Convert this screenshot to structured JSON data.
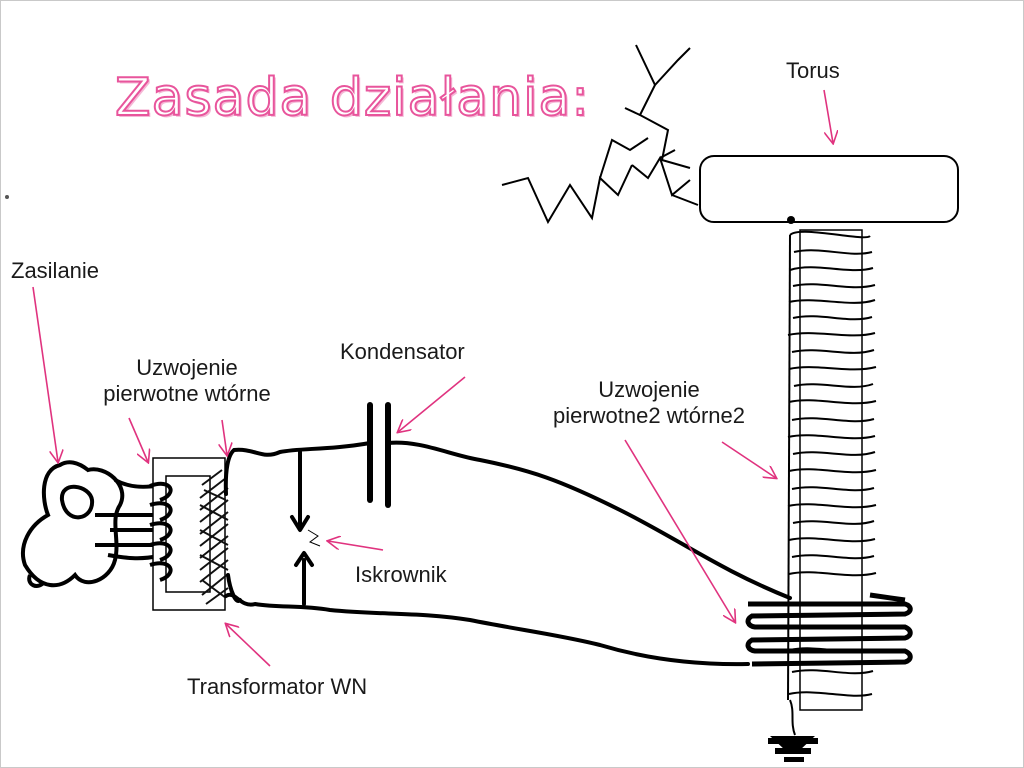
{
  "title": "Zasada działania:",
  "labels": {
    "torus": "Torus",
    "zasilanie": "Zasilanie",
    "uzwojenie1_line1": "Uzwojenie",
    "uzwojenie1_line2": "pierwotne wtórne",
    "kondensator": "Kondensator",
    "uzwojenie2_line1": "Uzwojenie",
    "uzwojenie2_line2": "pierwotne2 wtórne2",
    "iskrownik": "Iskrownik",
    "transformator": "Transformator WN"
  },
  "colors": {
    "title_stroke": "#e8559c",
    "arrow": "#e0337f",
    "wire": "#000000"
  }
}
